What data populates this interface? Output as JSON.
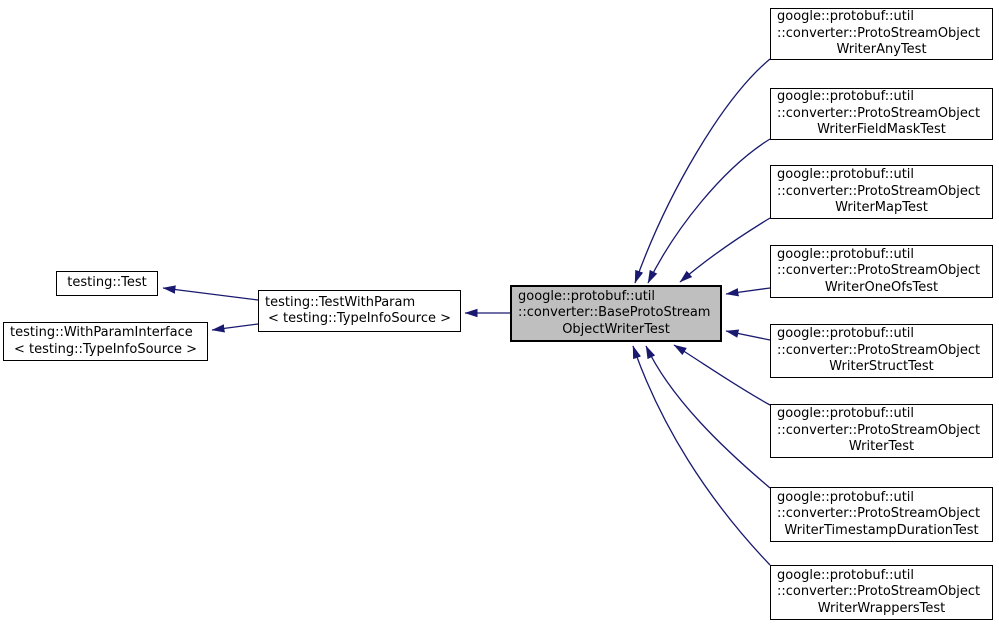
{
  "diagram": {
    "type": "inheritance-graph",
    "background_color": "#ffffff",
    "edge_color": "#191970",
    "node_fill": "#ffffff",
    "node_border_color": "#000000",
    "highlight_node_fill": "#bfbfbf",
    "text_color": "#000000"
  },
  "nodes": {
    "testing_test": {
      "lines": [
        "testing::Test"
      ]
    },
    "with_param_interface": {
      "lines": [
        "testing::WithParamInterface",
        "< testing::TypeInfoSource >"
      ]
    },
    "test_with_param": {
      "lines": [
        "testing::TestWithParam",
        "< testing::TypeInfoSource >"
      ]
    },
    "base_writer_test": {
      "lines": [
        "google::protobuf::util",
        "::converter::BaseProtoStream",
        "ObjectWriterTest"
      ],
      "highlighted": true
    },
    "writer_any_test": {
      "lines": [
        "google::protobuf::util",
        "::converter::ProtoStreamObject",
        "WriterAnyTest"
      ]
    },
    "writer_field_mask_test": {
      "lines": [
        "google::protobuf::util",
        "::converter::ProtoStreamObject",
        "WriterFieldMaskTest"
      ]
    },
    "writer_map_test": {
      "lines": [
        "google::protobuf::util",
        "::converter::ProtoStreamObject",
        "WriterMapTest"
      ]
    },
    "writer_one_ofs_test": {
      "lines": [
        "google::protobuf::util",
        "::converter::ProtoStreamObject",
        "WriterOneOfsTest"
      ]
    },
    "writer_struct_test": {
      "lines": [
        "google::protobuf::util",
        "::converter::ProtoStreamObject",
        "WriterStructTest"
      ]
    },
    "writer_test": {
      "lines": [
        "google::protobuf::util",
        "::converter::ProtoStreamObject",
        "WriterTest"
      ]
    },
    "writer_timestamp_duration_test": {
      "lines": [
        "google::protobuf::util",
        "::converter::ProtoStreamObject",
        "WriterTimestampDurationTest"
      ]
    },
    "writer_wrappers_test": {
      "lines": [
        "google::protobuf::util",
        "::converter::ProtoStreamObject",
        "WriterWrappersTest"
      ]
    }
  },
  "edges": [
    {
      "from": "test_with_param",
      "to": "testing_test"
    },
    {
      "from": "test_with_param",
      "to": "with_param_interface"
    },
    {
      "from": "base_writer_test",
      "to": "test_with_param"
    },
    {
      "from": "writer_any_test",
      "to": "base_writer_test"
    },
    {
      "from": "writer_field_mask_test",
      "to": "base_writer_test"
    },
    {
      "from": "writer_map_test",
      "to": "base_writer_test"
    },
    {
      "from": "writer_one_ofs_test",
      "to": "base_writer_test"
    },
    {
      "from": "writer_struct_test",
      "to": "base_writer_test"
    },
    {
      "from": "writer_test",
      "to": "base_writer_test"
    },
    {
      "from": "writer_timestamp_duration_test",
      "to": "base_writer_test"
    },
    {
      "from": "writer_wrappers_test",
      "to": "base_writer_test"
    }
  ]
}
